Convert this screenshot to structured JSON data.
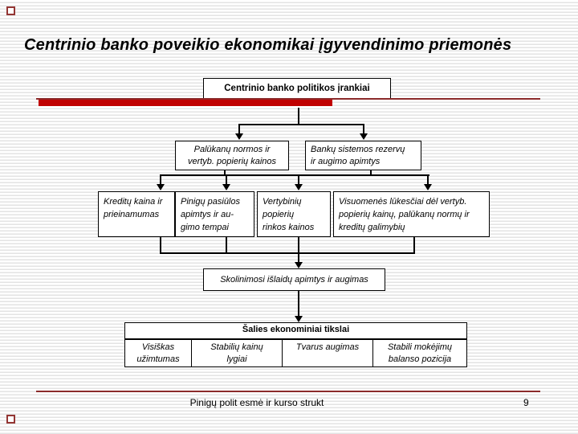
{
  "slide": {
    "title": "Centrinio banko poveikio ekonomikai įgyvendinimo priemonės",
    "footer_text": "Pinigų polit esmė ir kurso strukt",
    "page_number": "9"
  },
  "colors": {
    "accent_bar_red": "#c00000",
    "accent_line_maroon": "#8b2a2a",
    "stripe_gray": "#e3e3e3",
    "box_border": "#000000"
  },
  "flowchart": {
    "root": {
      "label": "Centrinio banko politikos įrankiai"
    },
    "level2": [
      {
        "label": "Palūkanų normos ir\nvertyb. popierių kainos"
      },
      {
        "label": "Bankų sistemos rezervų\nir augimo apimtys"
      }
    ],
    "level3": [
      {
        "label": "Kreditų kaina ir\nprieinamumas"
      },
      {
        "label": "Pinigų pasiūlos\napimtys ir au-\ngimo tempai"
      },
      {
        "label": "Vertybinių\npopierių\nrinkos kainos"
      },
      {
        "label": "Visuomenės lūkesčiai dėl vertyb.\npopierių kainų, palūkanų normų ir\nkreditų galimybių"
      }
    ],
    "outcome": {
      "label": "Skolinimosi išlaidų apimtys ir augimas"
    },
    "goals": {
      "header": "Šalies ekonominiai tikslai",
      "cells": [
        {
          "label": "Visiškas\nužimtumas"
        },
        {
          "label": "Stabilių kainų\nlygiai"
        },
        {
          "label": "Tvarus augimas"
        },
        {
          "label": "Stabili mokėjimų\nbalanso pozicija"
        }
      ]
    }
  }
}
